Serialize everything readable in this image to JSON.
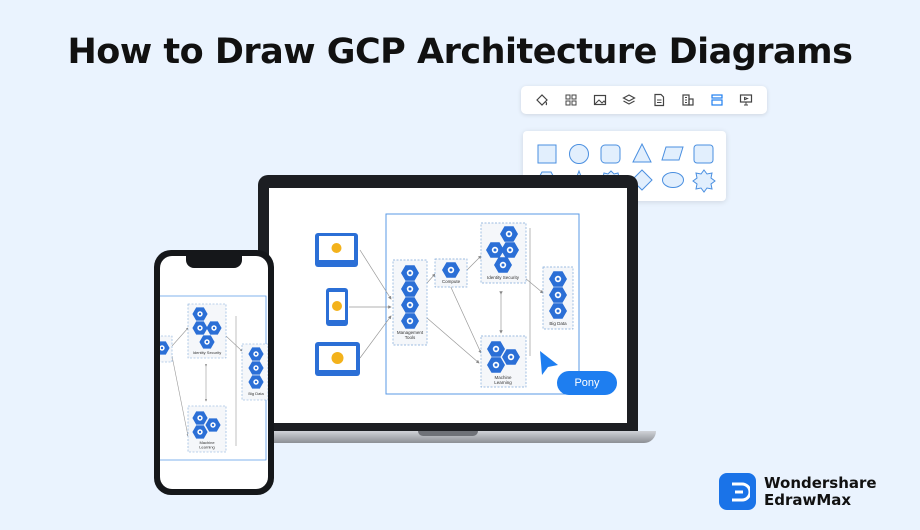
{
  "header": {
    "title": "How to Draw GCP Architecture Diagrams"
  },
  "toolbar": {
    "items": [
      {
        "icon": "paint-bucket-icon"
      },
      {
        "icon": "grid-icon"
      },
      {
        "icon": "image-icon"
      },
      {
        "icon": "layers-icon"
      },
      {
        "icon": "document-icon"
      },
      {
        "icon": "building-icon"
      },
      {
        "icon": "stack-icon",
        "active": true
      },
      {
        "icon": "presentation-icon"
      }
    ],
    "accent_color": "#1e7ef0"
  },
  "palette": {
    "shapes": [
      "square",
      "circle",
      "rounded-square",
      "triangle",
      "parallelogram",
      "rounded-rect",
      "hexagon",
      "star",
      "badge",
      "diamond",
      "ellipse",
      "burst"
    ]
  },
  "laptop_diagram": {
    "nodes": {
      "management": "Management\nTools",
      "compute": "Compute",
      "identity": "Identity Security",
      "machine_learning": "Machine\nLearning",
      "big_data": "Big Data"
    }
  },
  "phone_diagram": {
    "nodes": {
      "identity": "Identity Security",
      "machine_learning": "Machine\nLearning",
      "big_data": "Big Data"
    }
  },
  "cursor_label": "Pony",
  "brand": {
    "line1": "Wondershare",
    "line2": "EdrawMax",
    "color": "#1a73e8"
  }
}
